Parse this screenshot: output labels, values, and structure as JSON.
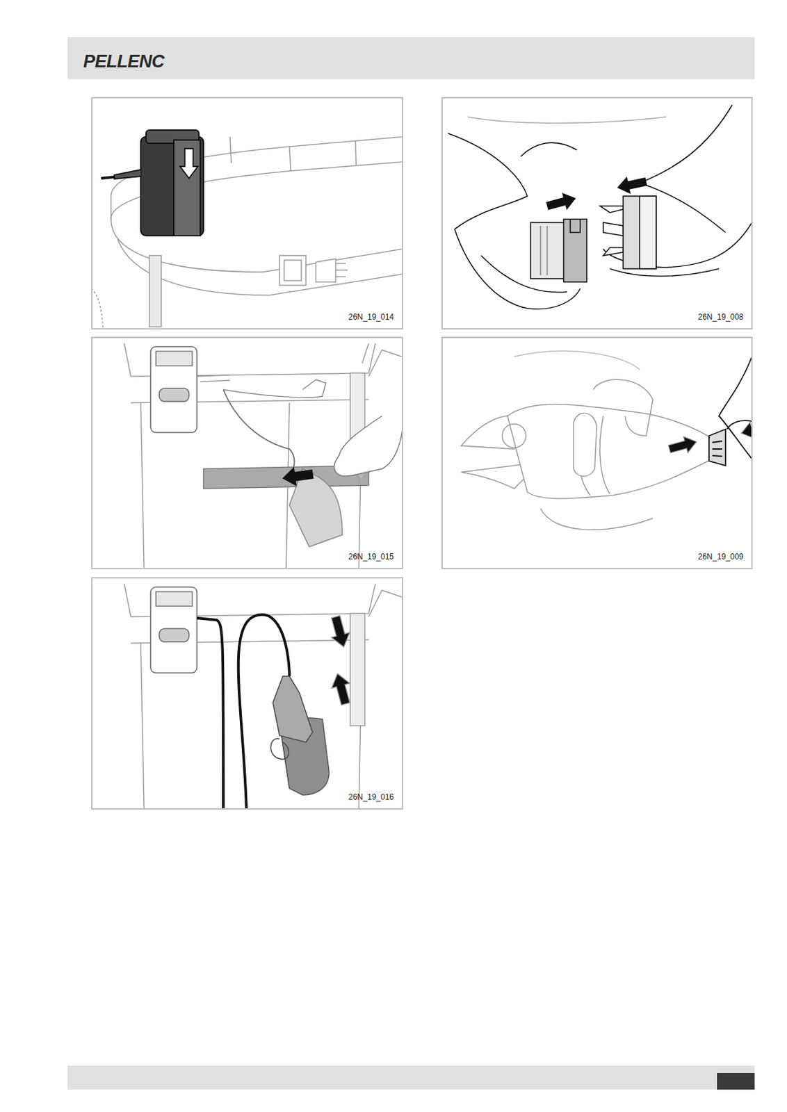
{
  "diagram": {
    "nodes": [
      {
        "text": [
          "26N_19_014"
        ]
      },
      {
        "text": [
          "26N_19_008"
        ]
      },
      {
        "text": [
          "26N_19_015"
        ]
      },
      {
        "text": [
          "26N_19_009"
        ]
      },
      {
        "text": [
          "26N_19_016"
        ]
      }
    ],
    "labels": [
      "PELLENC"
    ]
  }
}
